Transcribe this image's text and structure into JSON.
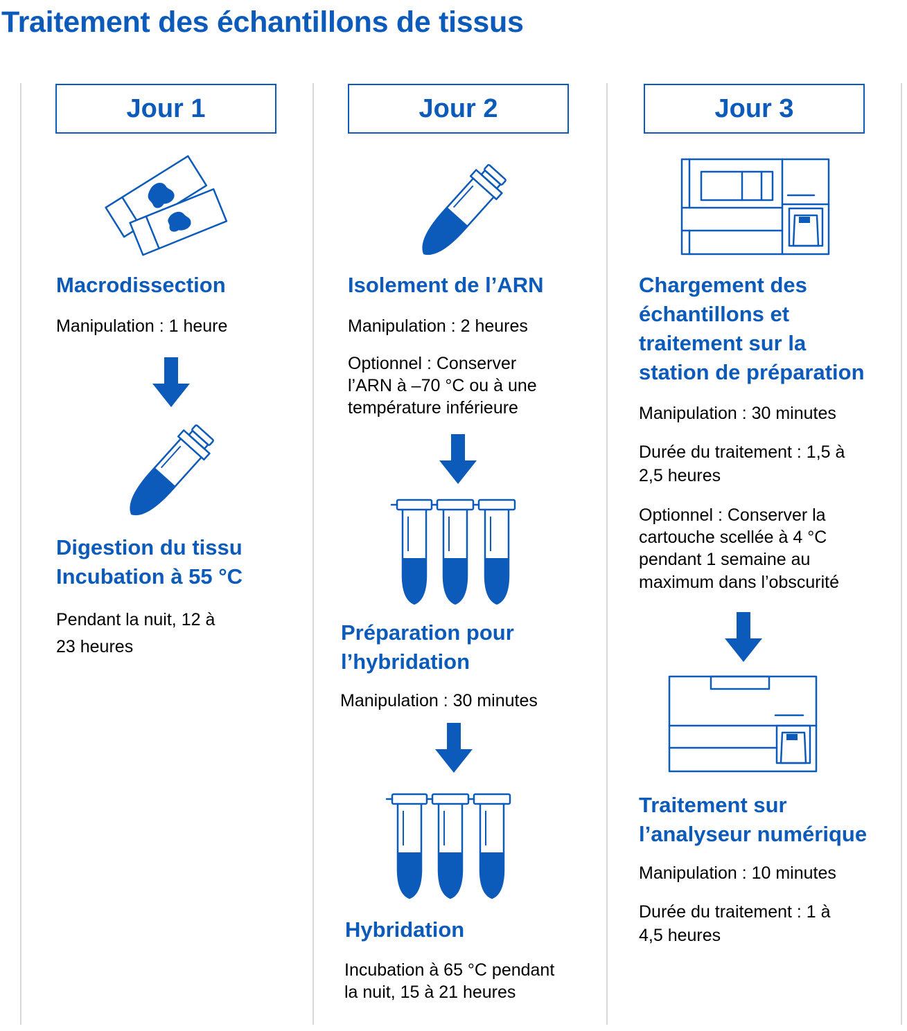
{
  "title": "Traitement des échantillons de tissus",
  "colors": {
    "accent": "#0c5bbb",
    "divider": "#d9d9d9",
    "text": "#000000"
  },
  "days": [
    {
      "label": "Jour 1",
      "steps": [
        {
          "icon": "tissue-slides-icon",
          "heading": [
            "Macrodissection"
          ],
          "lines": [
            "Manipulation : 1 heure"
          ]
        },
        {
          "icon": "tube-icon",
          "heading": [
            "Digestion du tissu",
            "Incubation à 55 °C"
          ],
          "lines": [
            "Pendant la nuit, 12 à",
            "23 heures"
          ]
        }
      ]
    },
    {
      "label": "Jour 2",
      "steps": [
        {
          "icon": "tube-icon",
          "heading": [
            "Isolement de l’ARN"
          ],
          "lines": [
            "Manipulation : 2 heures"
          ],
          "note": [
            "Optionnel : Conserver",
            "l’ARN à –70 °C ou à une",
            "température inférieure"
          ]
        },
        {
          "icon": "tube-strip-icon",
          "heading": [
            "Préparation pour",
            "l’hybridation"
          ],
          "lines": [
            "Manipulation : 30 minutes"
          ]
        },
        {
          "icon": "tube-strip-icon",
          "heading": [
            "Hybridation"
          ],
          "lines": [
            "Incubation à 65 °C pendant",
            "la nuit, 15 à 21 heures"
          ]
        }
      ]
    },
    {
      "label": "Jour 3",
      "steps": [
        {
          "icon": "prep-station-icon",
          "heading": [
            "Chargement des",
            "échantillons et",
            "traitement sur la",
            "station de préparation"
          ],
          "lines": [
            "Manipulation : 30 minutes"
          ],
          "duration": [
            "Durée du traitement : 1,5 à",
            "2,5 heures"
          ],
          "note": [
            "Optionnel : Conserver la",
            "cartouche scellée à 4 °C",
            "pendant 1 semaine au",
            "maximum dans l’obscurité"
          ]
        },
        {
          "icon": "digital-analyzer-icon",
          "heading": [
            "Traitement sur",
            "l’analyseur numérique"
          ],
          "lines": [
            "Manipulation : 10 minutes"
          ],
          "duration": [
            "Durée du traitement : 1 à",
            "4,5 heures"
          ]
        }
      ]
    }
  ]
}
